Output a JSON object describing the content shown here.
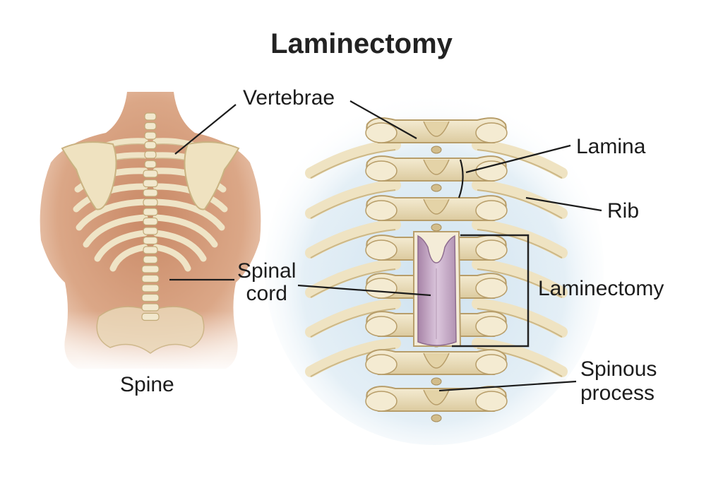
{
  "title": "Laminectomy",
  "labels": {
    "vertebrae": "Vertebrae",
    "lamina": "Lamina",
    "rib": "Rib",
    "spinal_line1": "Spinal",
    "spinal_line2": "cord",
    "laminectomy": "Laminectomy",
    "spinous_line1": "Spinous",
    "spinous_line2": "process",
    "spine": "Spine"
  },
  "colors": {
    "skin": "#dca381",
    "bone": "#efe3c2",
    "bone_shade": "#d8c595",
    "cord": "#c6a9c8",
    "backdrop": "#d8e8f2"
  }
}
